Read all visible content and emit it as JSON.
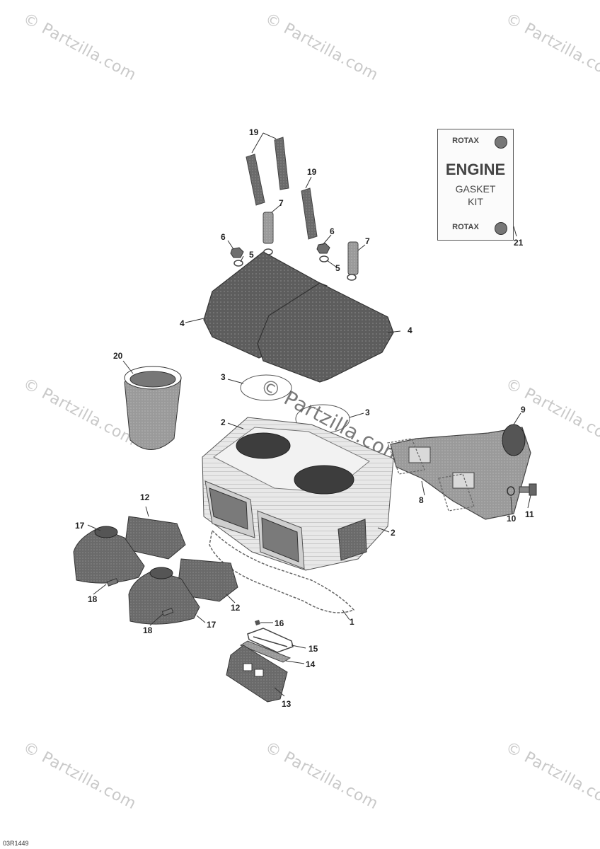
{
  "watermark": "© Partzilla.com",
  "drawing_code": "03R1449",
  "kit": {
    "brand_top": "ROTAX",
    "title": "ENGINE",
    "line1": "GASKET",
    "line2": "KIT",
    "brand_bottom": "ROTAX"
  },
  "callouts": {
    "c19a": "19",
    "c19b": "19",
    "c7a": "7",
    "c7b": "7",
    "c6a": "6",
    "c6b": "6",
    "c5a": "5",
    "c5b": "5",
    "c4a": "4",
    "c4b": "4",
    "c21": "21",
    "c20": "20",
    "c3a": "3",
    "c3b": "3",
    "c2a": "2",
    "c2b": "2",
    "c9": "9",
    "c8": "8",
    "c10": "10",
    "c11": "11",
    "c12a": "12",
    "c12b": "12",
    "c17a": "17",
    "c17b": "17",
    "c18a": "18",
    "c18b": "18",
    "c1": "1",
    "c16": "16",
    "c15": "15",
    "c14": "14",
    "c13": "13"
  }
}
